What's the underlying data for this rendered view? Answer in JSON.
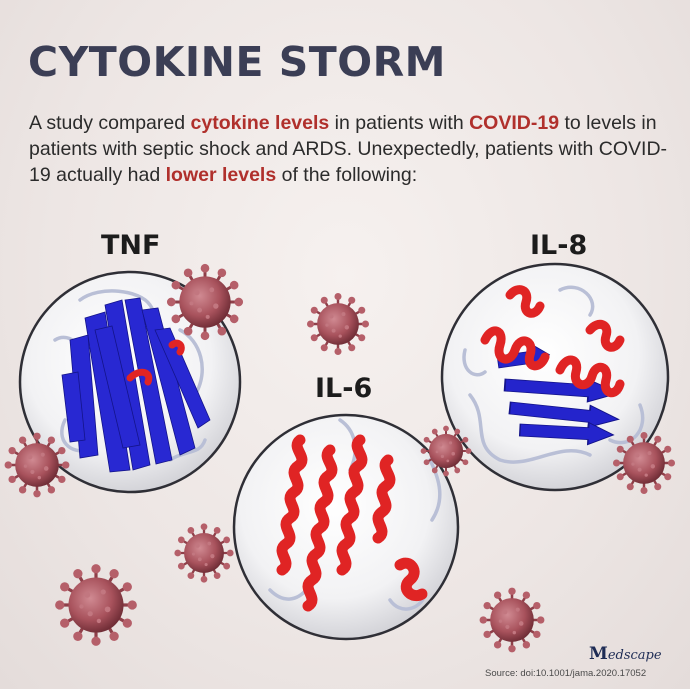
{
  "header": {
    "title": "CYTOKINE STORM"
  },
  "intro": {
    "part1": "A study compared ",
    "hl1": "cytokine levels",
    "part2": " in patients with ",
    "hl2": "COVID-19",
    "part3": " to levels in patients with septic shock and ARDS. Unexpectedly, patients with COVID-19 actually had ",
    "hl3": "lower levels",
    "part4": " of the following:"
  },
  "proteins": {
    "tnf": "TNF",
    "il6": "IL-6",
    "il8": "IL-8"
  },
  "branding": {
    "logo_m": "M",
    "logo_rest": "edscape",
    "source": "Source: doi:10.1001/jama.2020.17052"
  },
  "colors": {
    "title": "#3b3e55",
    "highlight": "#b0302c",
    "beta_strand": "#2a2ad6",
    "helix": "#e02424",
    "virus": "#a8525c"
  },
  "icons": [
    "virus-icon"
  ]
}
